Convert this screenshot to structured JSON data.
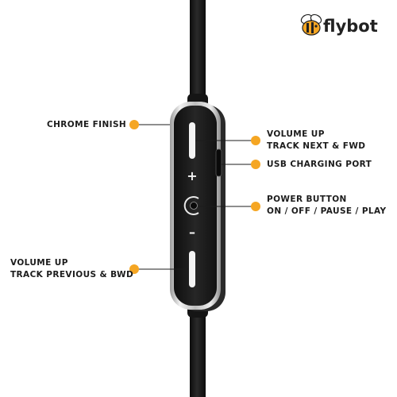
{
  "brand": {
    "name": "flybot",
    "logo_icon": "bee-icon",
    "logo_color": "#F5A623"
  },
  "colors": {
    "accent": "#F5A623",
    "cable": "#1a1a1a",
    "remote_body": "#1b1b1b",
    "chrome": "#c8c8c8"
  },
  "callouts": {
    "chrome_finish": {
      "lines": [
        "CHROME FINISH"
      ]
    },
    "volume_up_next": {
      "lines": [
        "VOLUME UP",
        "TRACK NEXT & FWD"
      ]
    },
    "usb_port": {
      "lines": [
        "USB CHARGING PORT"
      ]
    },
    "power_button": {
      "lines": [
        "POWER BUTTON",
        "ON / OFF / PAUSE / PLAY"
      ]
    },
    "volume_up_prev": {
      "lines": [
        "VOLUME UP",
        "TRACK PREVIOUS & BWD"
      ]
    }
  },
  "remote": {
    "plus_symbol": "+",
    "minus_symbol": "–",
    "icons": [
      "volume-up-button-icon",
      "power-button-icon",
      "volume-down-button-icon"
    ]
  }
}
